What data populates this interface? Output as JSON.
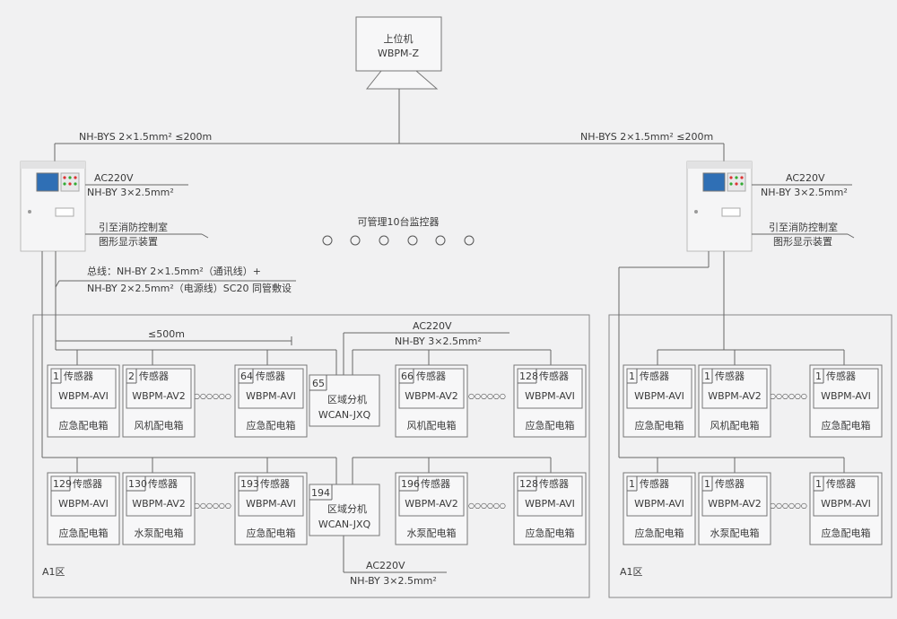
{
  "host": {
    "name": "上位机",
    "model": "WBPM-Z"
  },
  "bus_left": "NH-BYS 2×1.5mm² ≤200m",
  "bus_right": "NH-BYS 2×1.5mm² ≤200m",
  "power_top": "AC220V",
  "power_cable": "NH-BY 3×2.5mm²",
  "fire_room_1": "引至消防控制室",
  "fire_room_2": "图形显示装置",
  "manage_label": "可管理10台监控器",
  "bus_desc_1": "总线：NH-BY 2×1.5mm²（通讯线）+",
  "bus_desc_2": "NH-BY 2×2.5mm²（电源线）SC20 同管敷设",
  "distance": "≤500m",
  "sensor_word": "传感器",
  "ellipsis": "○○○○○○",
  "zone_label": "A1区",
  "sub_upper": {
    "num": "65",
    "name": "区域分机",
    "model": "WCAN-JXQ"
  },
  "sub_lower": {
    "num": "194",
    "name": "区域分机",
    "model": "WCAN-JXQ"
  },
  "left_row1": [
    {
      "num": "1",
      "model": "WBPM-AVI",
      "cabinet": "应急配电箱"
    },
    {
      "num": "2",
      "model": "WBPM-AV2",
      "cabinet": "风机配电箱"
    },
    {
      "num": "64",
      "model": "WBPM-AVI",
      "cabinet": "应急配电箱"
    },
    {
      "num": "66",
      "model": "WBPM-AV2",
      "cabinet": "风机配电箱"
    },
    {
      "num": "128",
      "model": "WBPM-AVI",
      "cabinet": "应急配电箱"
    }
  ],
  "left_row2": [
    {
      "num": "129",
      "model": "WBPM-AVI",
      "cabinet": "应急配电箱"
    },
    {
      "num": "130",
      "model": "WBPM-AV2",
      "cabinet": "水泵配电箱"
    },
    {
      "num": "193",
      "model": "WBPM-AVI",
      "cabinet": "应急配电箱"
    },
    {
      "num": "196",
      "model": "WBPM-AV2",
      "cabinet": "水泵配电箱"
    },
    {
      "num": "128",
      "model": "WBPM-AVI",
      "cabinet": "应急配电箱"
    }
  ],
  "right_row1": [
    {
      "num": "1",
      "model": "WBPM-AVI",
      "cabinet": "应急配电箱"
    },
    {
      "num": "1",
      "model": "WBPM-AV2",
      "cabinet": "风机配电箱"
    },
    {
      "num": "1",
      "model": "WBPM-AVI",
      "cabinet": "应急配电箱"
    }
  ],
  "right_row2": [
    {
      "num": "1",
      "model": "WBPM-AVI",
      "cabinet": "应急配电箱"
    },
    {
      "num": "1",
      "model": "WBPM-AV2",
      "cabinet": "水泵配电箱"
    },
    {
      "num": "1",
      "model": "WBPM-AVI",
      "cabinet": "应急配电箱"
    }
  ]
}
